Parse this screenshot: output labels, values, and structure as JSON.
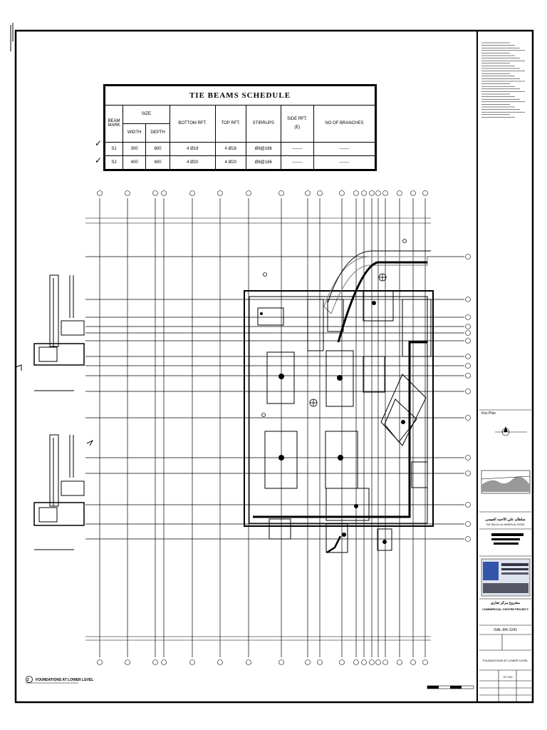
{
  "schedule": {
    "title": "TIE BEAMS SCHEDULE",
    "headers": {
      "beam_mark": "BEAM MARK",
      "size": "SIZE",
      "width": "WIDTH",
      "depth": "DEPTH",
      "bottom_rft": "BOTTOM RFT.",
      "top_rft": "TOP RFT.",
      "stirrups": "STIRRUPS",
      "side_rft": "SIDE RFT.",
      "side_rft_unit": "(E)",
      "branches": "NO OF BRANCHES"
    },
    "rows": [
      {
        "mark": "S1",
        "width": "300",
        "depth": "600",
        "bottom": "4 Ø18",
        "top": "4 Ø18",
        "stirrups": "Ø8@166",
        "side": "-------",
        "branches": "-------"
      },
      {
        "mark": "S2",
        "width": "400",
        "depth": "600",
        "bottom": "4 Ø20",
        "top": "4 Ø20",
        "stirrups": "Ø8@166",
        "side": "-------",
        "branches": "-------"
      }
    ],
    "check_mark": "✓"
  },
  "plan": {
    "caption": "FOUNDATIONS AT LOWER LEVEL",
    "caption_number": "2"
  },
  "title_block": {
    "key_plan_label": "Key Plan",
    "project_name": "COMMERCIAL CENTRE PROJECT",
    "project_name_ar": "مشروع مركز تجاري",
    "drawing_no": "ST-100",
    "drawing_title": "FOUNDATIONS AT LOWER LEVEL",
    "code": "ISAL-MX-1241",
    "client": "SULTAN ALI AL AHMED AL EISSA",
    "client_ar": "سلطان علي الأحمد العيسى"
  },
  "colors": {
    "line": "#000000",
    "paper": "#ffffff",
    "grey": "#777777",
    "logo_blue": "#3355aa"
  }
}
